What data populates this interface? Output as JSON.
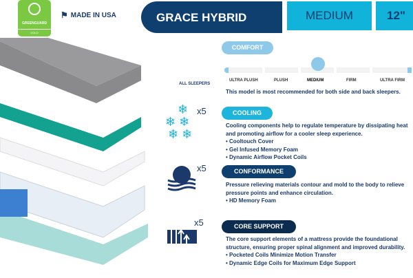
{
  "badges": {
    "greenguard": "GREENGUARD",
    "greenguard_level": "GOLD",
    "made_in_usa": "MADE IN USA"
  },
  "header": {
    "title": "GRACE HYBRID",
    "firmness": "MEDIUM",
    "height": "12\""
  },
  "comfort": {
    "label": "COMFORT",
    "scale": [
      "ULTRA PLUSH",
      "PLUSH",
      "MEDIUM",
      "FIRM",
      "ULTRA FIRM"
    ],
    "selected": "MEDIUM",
    "selected_fraction": 0.5,
    "sleepers": "ALL SLEEPERS",
    "recommendation": "This model is most recommended for both side and back sleepers."
  },
  "features": [
    {
      "label": "COOLING",
      "rating": "5",
      "multiplier": "x",
      "color": "#1fb4dc",
      "desc": "Cooling components help to regulate temperature by dissipating heat and promoting airflow for a cooler sleep experience.",
      "bullets": [
        "• Cooltouch Cover",
        "• Gel Infused Memory Foam",
        "• Dynamic Airflow Pocket Coils"
      ]
    },
    {
      "label": "CONFORMANCE",
      "rating": "5",
      "multiplier": "x",
      "color": "#0e3f6f",
      "desc": "Pressure relieving materials contour and mold to the body to relieve pressure points and enhance circulation.",
      "bullets": [
        "• HD Memory Foam"
      ]
    },
    {
      "label": "CORE SUPPORT",
      "rating": "5",
      "multiplier": "x",
      "color": "#0b2c4f",
      "desc": "The core support elements of a mattress provide the foundational structure, ensuring proper spinal alignment and improved durability.",
      "bullets": [
        "• Pocketed Coils Minimize Motion Transfer",
        "• Dynamic Edge Coils for Maximum Edge Support"
      ]
    }
  ]
}
